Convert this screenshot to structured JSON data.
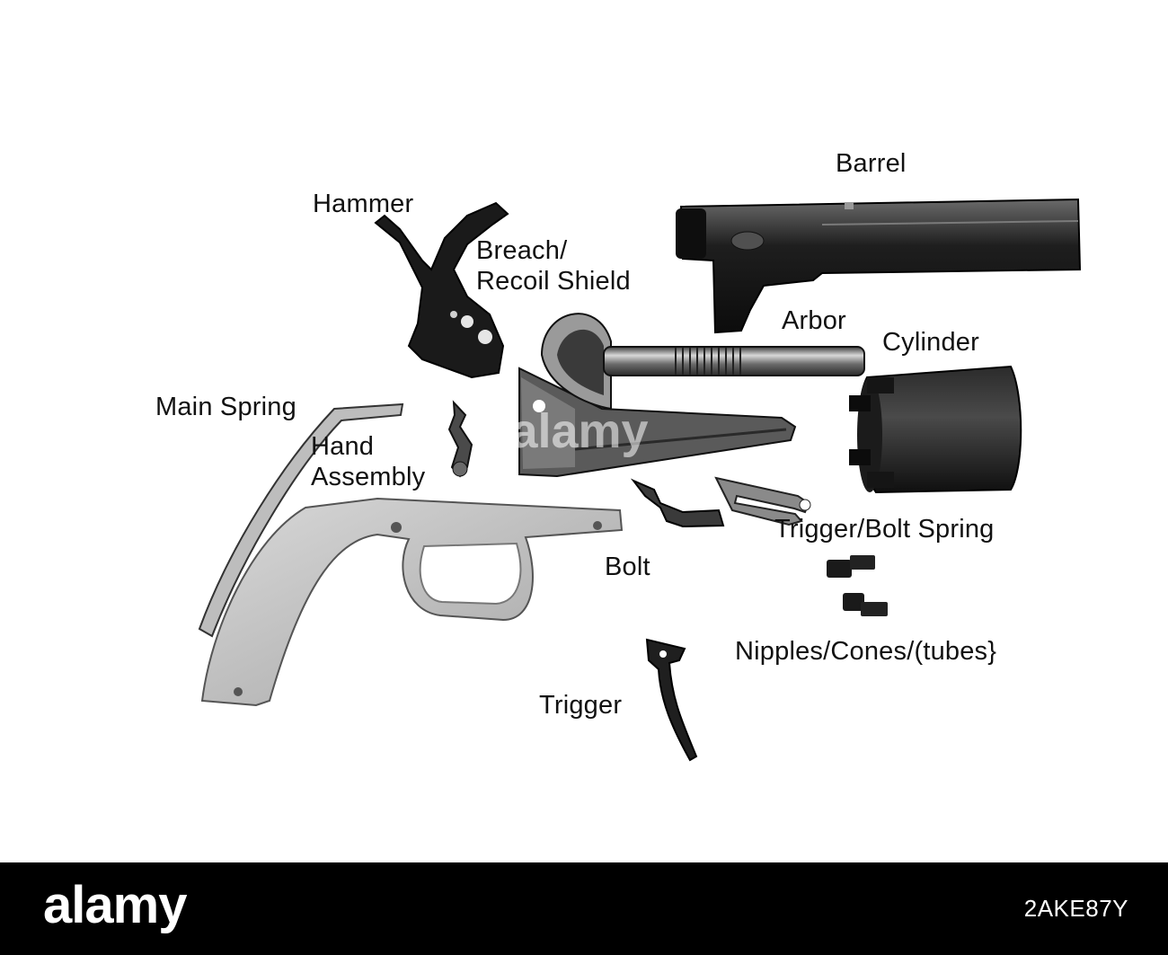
{
  "labels": {
    "barrel": "Barrel",
    "hammer": "Hammer",
    "breach": "Breach/\nRecoil Shield",
    "arbor": "Arbor",
    "cylinder": "Cylinder",
    "main_spring": "Main Spring",
    "hand_assembly": "Hand\nAssembly",
    "trigger_bolt_spring": "Trigger/Bolt Spring",
    "bolt": "Bolt",
    "nipples": "Nipples/Cones/(tubes}",
    "trigger": "Trigger"
  },
  "watermark": "alamy",
  "footer": {
    "logo": "alamy",
    "image_id": "2AKE87Y"
  }
}
